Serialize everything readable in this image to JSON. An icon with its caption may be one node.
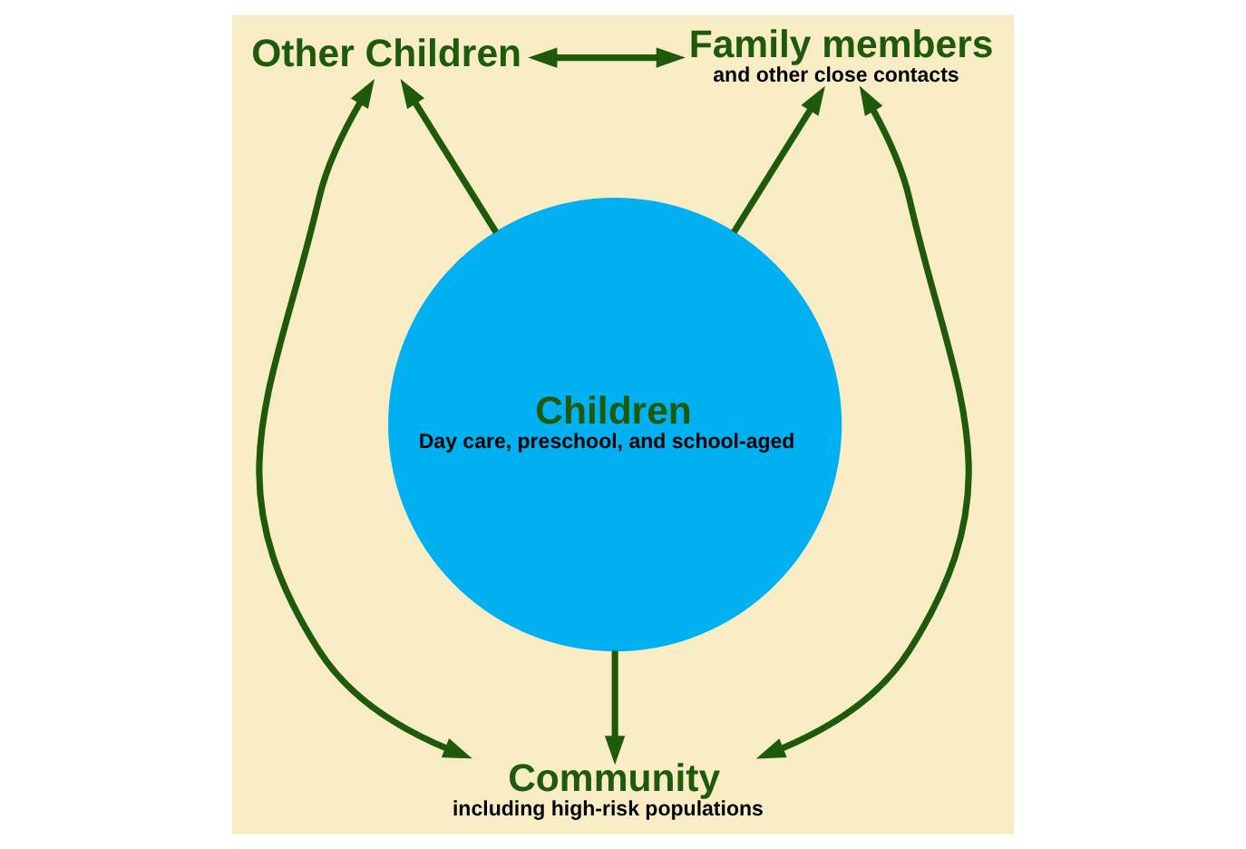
{
  "diagram": {
    "nodes": [
      {
        "text": [
          "Children",
          "Day care, preschool, and school-aged"
        ]
      },
      {
        "text": [
          "Other Children"
        ]
      },
      {
        "text": [
          "Family members",
          "and other close contacts"
        ]
      },
      {
        "text": [
          "Community",
          "including high-risk populations"
        ]
      }
    ],
    "edges": [
      {
        "from": 0,
        "to": 1,
        "arrow": "to"
      },
      {
        "from": 0,
        "to": 2,
        "arrow": "to"
      },
      {
        "from": 0,
        "to": 3,
        "arrow": "to"
      },
      {
        "from": 1,
        "to": 2,
        "arrow": "both"
      },
      {
        "from": 2,
        "to": 3,
        "arrow": "both"
      },
      {
        "from": 3,
        "to": 1,
        "arrow": "both"
      }
    ]
  }
}
